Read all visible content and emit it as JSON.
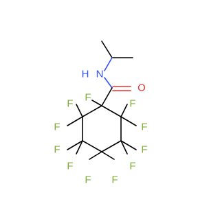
{
  "molecule": {
    "atoms": {
      "N": {
        "symbol": "N",
        "color": "#3050f8"
      },
      "H": {
        "symbol": "H",
        "color": "#3050f8"
      },
      "O": {
        "symbol": "O",
        "color": "#e8302e"
      },
      "F": {
        "symbol": "F",
        "color": "#80b03a"
      }
    }
  }
}
